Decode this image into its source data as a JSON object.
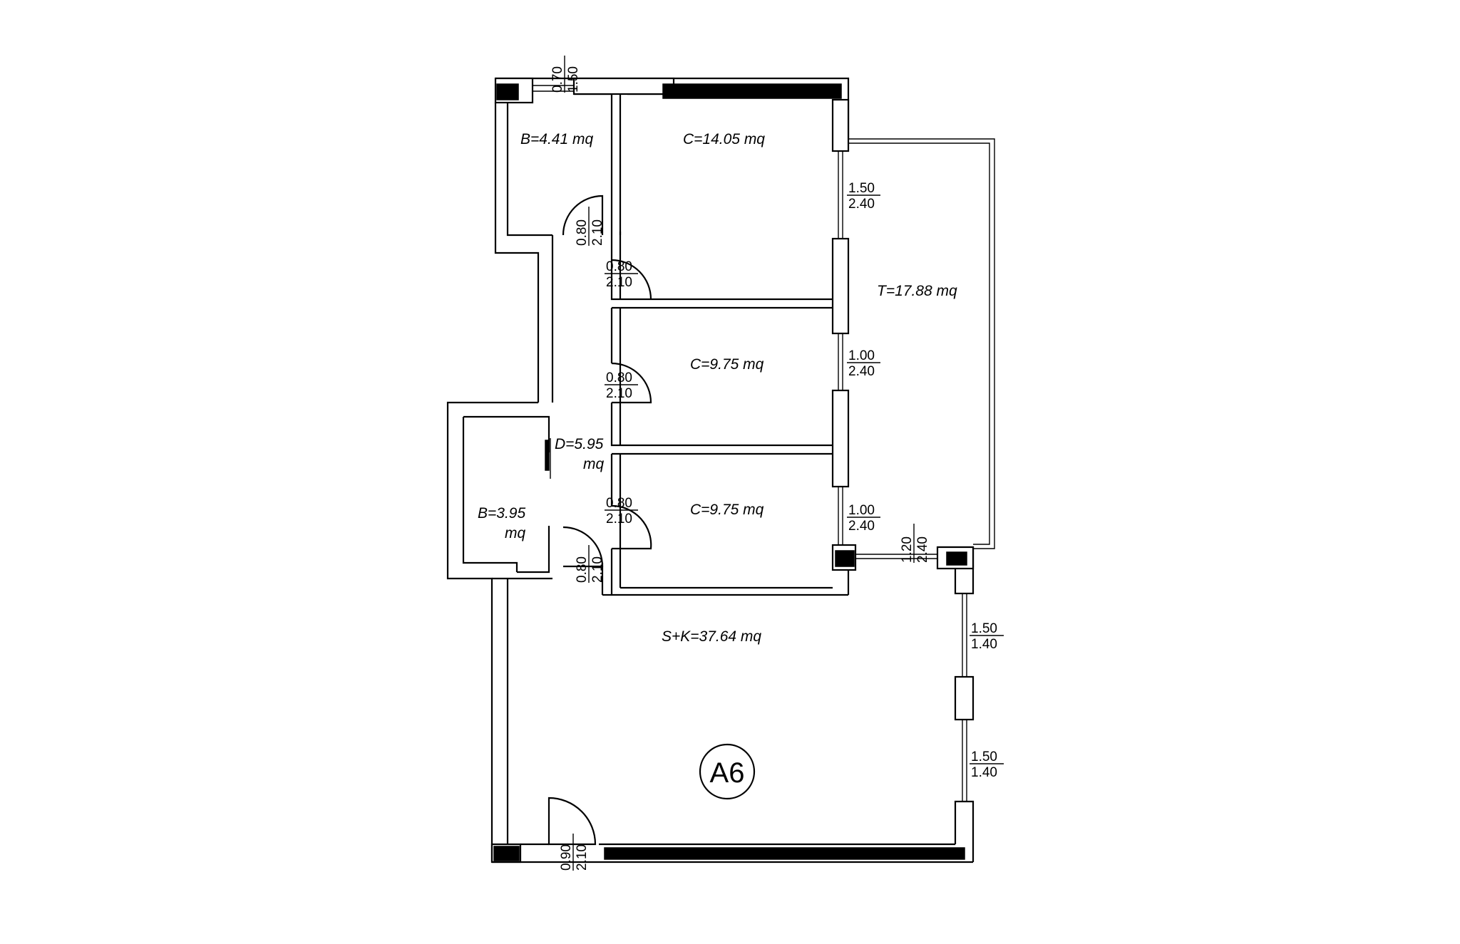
{
  "unit_tag": "A6",
  "rooms": {
    "bathroom_top": "B=4.41  mq",
    "bedroom_large": "C=14.05  mq",
    "terrace": "T=17.88  mq",
    "bedroom_middle": "C=9.75  mq",
    "bedroom_lower": "C=9.75  mq",
    "hall_line1": "D=5.95",
    "hall_line2": "mq",
    "bathroom_small_line1": "B=3.95",
    "bathroom_small_line2": "mq",
    "living_kitchen": "S+K=37.64  mq"
  },
  "dimensions": {
    "top_window": [
      "0.70",
      "1.50"
    ],
    "door_bath_top": [
      "0.80",
      "2.10"
    ],
    "door_bedroom_large": [
      "0.80",
      "2.10"
    ],
    "door_bedroom_middle": [
      "0.80",
      "2.10"
    ],
    "door_bedroom_lower": [
      "0.80",
      "2.10"
    ],
    "door_bath_small": [
      "0.80",
      "2.10"
    ],
    "door_entry": [
      "0.90",
      "2.10"
    ],
    "window_bedroom_large": [
      "1.50",
      "2.40"
    ],
    "window_bedroom_middle": [
      "1.00",
      "2.40"
    ],
    "window_bedroom_lower": [
      "1.00",
      "2.40"
    ],
    "window_living_to_terrace": [
      "1.20",
      "2.40"
    ],
    "window_living_upper": [
      "1.50",
      "1.40"
    ],
    "window_living_lower": [
      "1.50",
      "1.40"
    ]
  }
}
